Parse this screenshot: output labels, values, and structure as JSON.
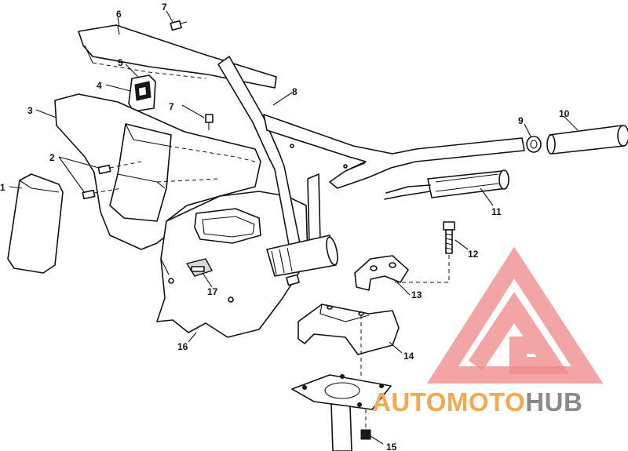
{
  "diagram": {
    "callouts": [
      {
        "label": "1"
      },
      {
        "label": "2"
      },
      {
        "label": "3"
      },
      {
        "label": "4"
      },
      {
        "label": "5"
      },
      {
        "label": "6"
      },
      {
        "label": "7"
      },
      {
        "label": "7"
      },
      {
        "label": "8"
      },
      {
        "label": "9"
      },
      {
        "label": "10"
      },
      {
        "label": "11"
      },
      {
        "label": "12"
      },
      {
        "label": "13"
      },
      {
        "label": "14"
      },
      {
        "label": "15"
      },
      {
        "label": "16"
      },
      {
        "label": "17"
      }
    ]
  },
  "watermark": {
    "part1": "AUTOMOTO",
    "part2": "HUB",
    "part1_color": "#f5a94e",
    "part2_color": "#8a8a8a",
    "triangle_color": "#f08a8a"
  }
}
